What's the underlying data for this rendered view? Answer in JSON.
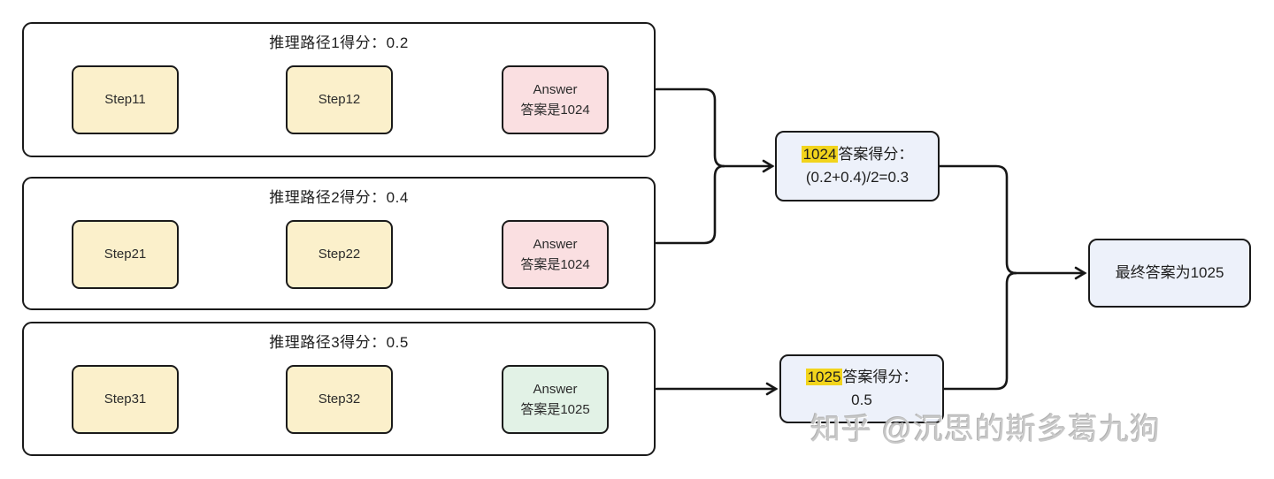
{
  "diagram": {
    "paths": [
      {
        "title": "推理路径1得分：0.2",
        "steps": [
          "Step11",
          "Step12"
        ],
        "answer": {
          "title": "Answer",
          "text": "答案是1024",
          "tone": "pink"
        }
      },
      {
        "title": "推理路径2得分：0.4",
        "steps": [
          "Step21",
          "Step22"
        ],
        "answer": {
          "title": "Answer",
          "text": "答案是1024",
          "tone": "pink"
        }
      },
      {
        "title": "推理路径3得分：0.5",
        "steps": [
          "Step31",
          "Step32"
        ],
        "answer": {
          "title": "Answer",
          "text": "答案是1025",
          "tone": "green"
        }
      }
    ],
    "aggregates": [
      {
        "highlight": "1024",
        "label": "答案得分：",
        "formula": "(0.2+0.4)/2=0.3"
      },
      {
        "highlight": "1025",
        "label": "答案得分：",
        "formula": "0.5"
      }
    ],
    "final_answer": "最终答案为1025",
    "watermark": "知乎 @沉思的斯多葛九狗"
  },
  "colors": {
    "border": "#1a1a1a",
    "step-bg": "#fbf0cb",
    "pink-bg": "#fadfe1",
    "green-bg": "#e2f2e6",
    "agg-bg": "#edf1fa",
    "highlight": "#f2d41c",
    "watermark": "#c6c6c6"
  }
}
